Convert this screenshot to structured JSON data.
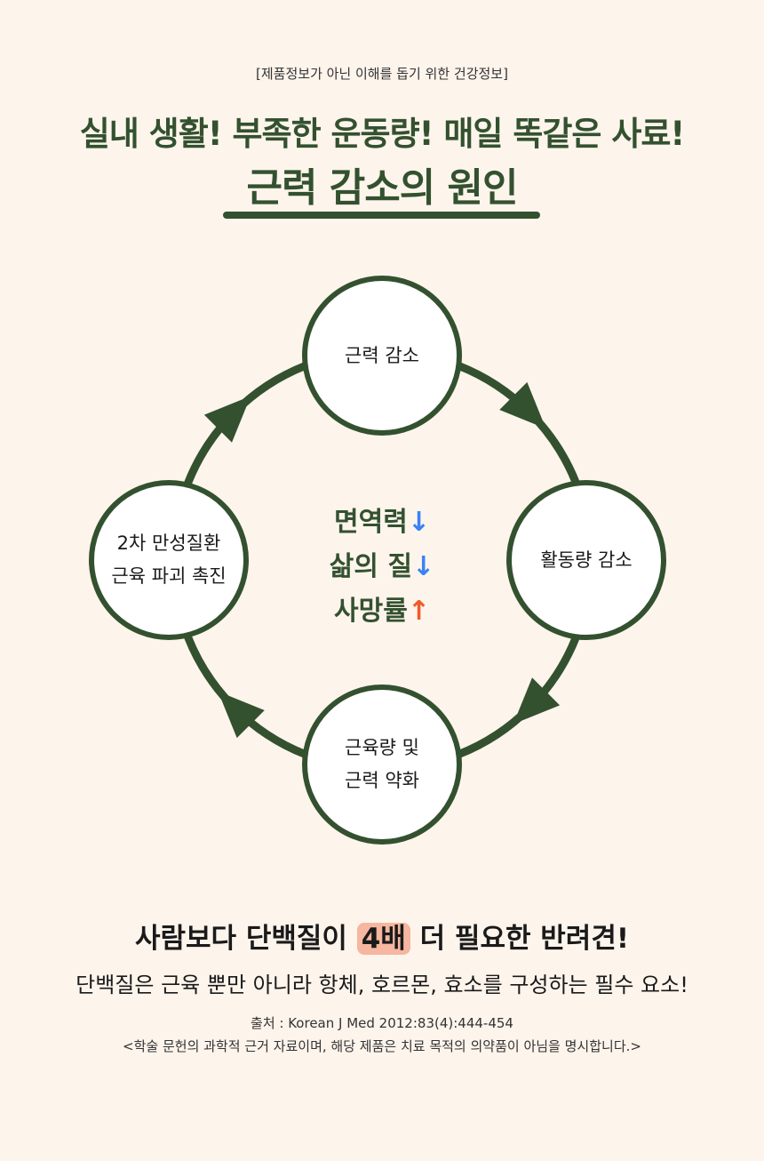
{
  "header": {
    "disclaimer": "[제품정보가 아닌 이해를 돕기 위한 건강정보]",
    "headline": "실내 생활! 부족한 운동량! 매일 똑같은 사료!",
    "title": "근력 감소의 원인"
  },
  "cycle": {
    "nodes": {
      "top": [
        "근력 감소"
      ],
      "right": [
        "활동량 감소"
      ],
      "bottom": [
        "근육량 및",
        "근력 약화"
      ],
      "left": [
        "2차 만성질환",
        "근육 파괴 촉진"
      ]
    },
    "center": [
      {
        "label": "면역력",
        "arrow": "↓"
      },
      {
        "label": "삶의 질",
        "arrow": "↓"
      },
      {
        "label": "사망률",
        "arrow": "↑"
      }
    ],
    "colors": {
      "ring": "#33512f",
      "down": "#3b82f6",
      "up": "#f05a28"
    }
  },
  "footer": {
    "main_before": "사람보다 단백질이",
    "main_highlight": "4배",
    "main_after": "더 필요한 반려견!",
    "sub": "단백질은 근육 뿐만 아니라 항체, 호르몬, 효소를 구성하는 필수 요소!",
    "source": "출처 : Korean J Med 2012:83(4):444-454",
    "note": "<학술 문헌의 과학적 근거 자료이며, 해당 제품은 치료 목적의 의약품이 아님을 명시합니다.>"
  }
}
